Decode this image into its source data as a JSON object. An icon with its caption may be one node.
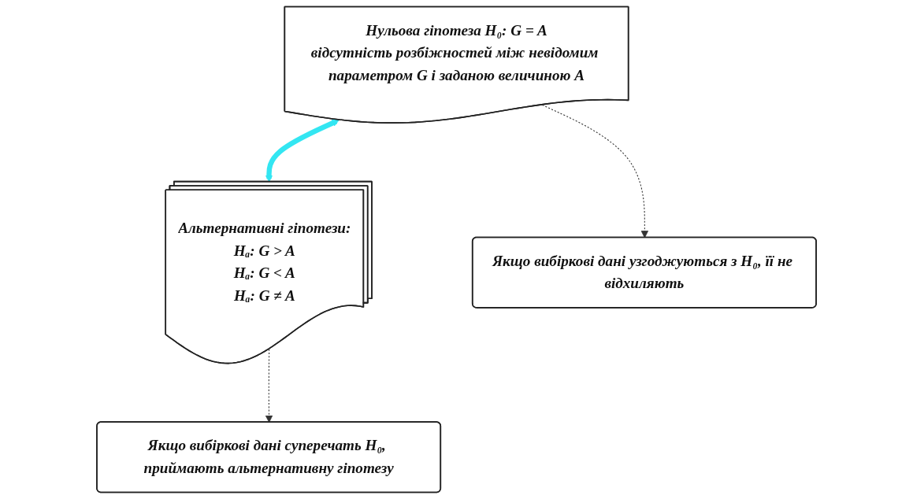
{
  "diagram": {
    "nodes": [
      {
        "text": [
          "Нульова гіпотеза H₀: G = A",
          "відсутність розбіжностей між невідомим параметром G і заданою величиною A"
        ]
      },
      {
        "text": [
          "Альтернативні гіпотези:",
          "Hₐ: G > A",
          "Hₐ: G < A",
          "Hₐ: G ≠ A"
        ]
      },
      {
        "text": [
          "Якщо вибіркові дані узгоджуються з H₀, її не відхиляють"
        ]
      },
      {
        "text": [
          "Якщо вибіркові дані суперечать H₀, приймають альтернативну гіпотезу"
        ]
      }
    ],
    "edges": [
      {
        "from": 0,
        "to": 1,
        "arrow": "both",
        "style": "thick",
        "color": "#33e6f2"
      },
      {
        "from": 0,
        "to": 2,
        "arrow": "to",
        "style": "dashed"
      },
      {
        "from": 1,
        "to": 3,
        "arrow": "to",
        "style": "dashed"
      }
    ]
  }
}
